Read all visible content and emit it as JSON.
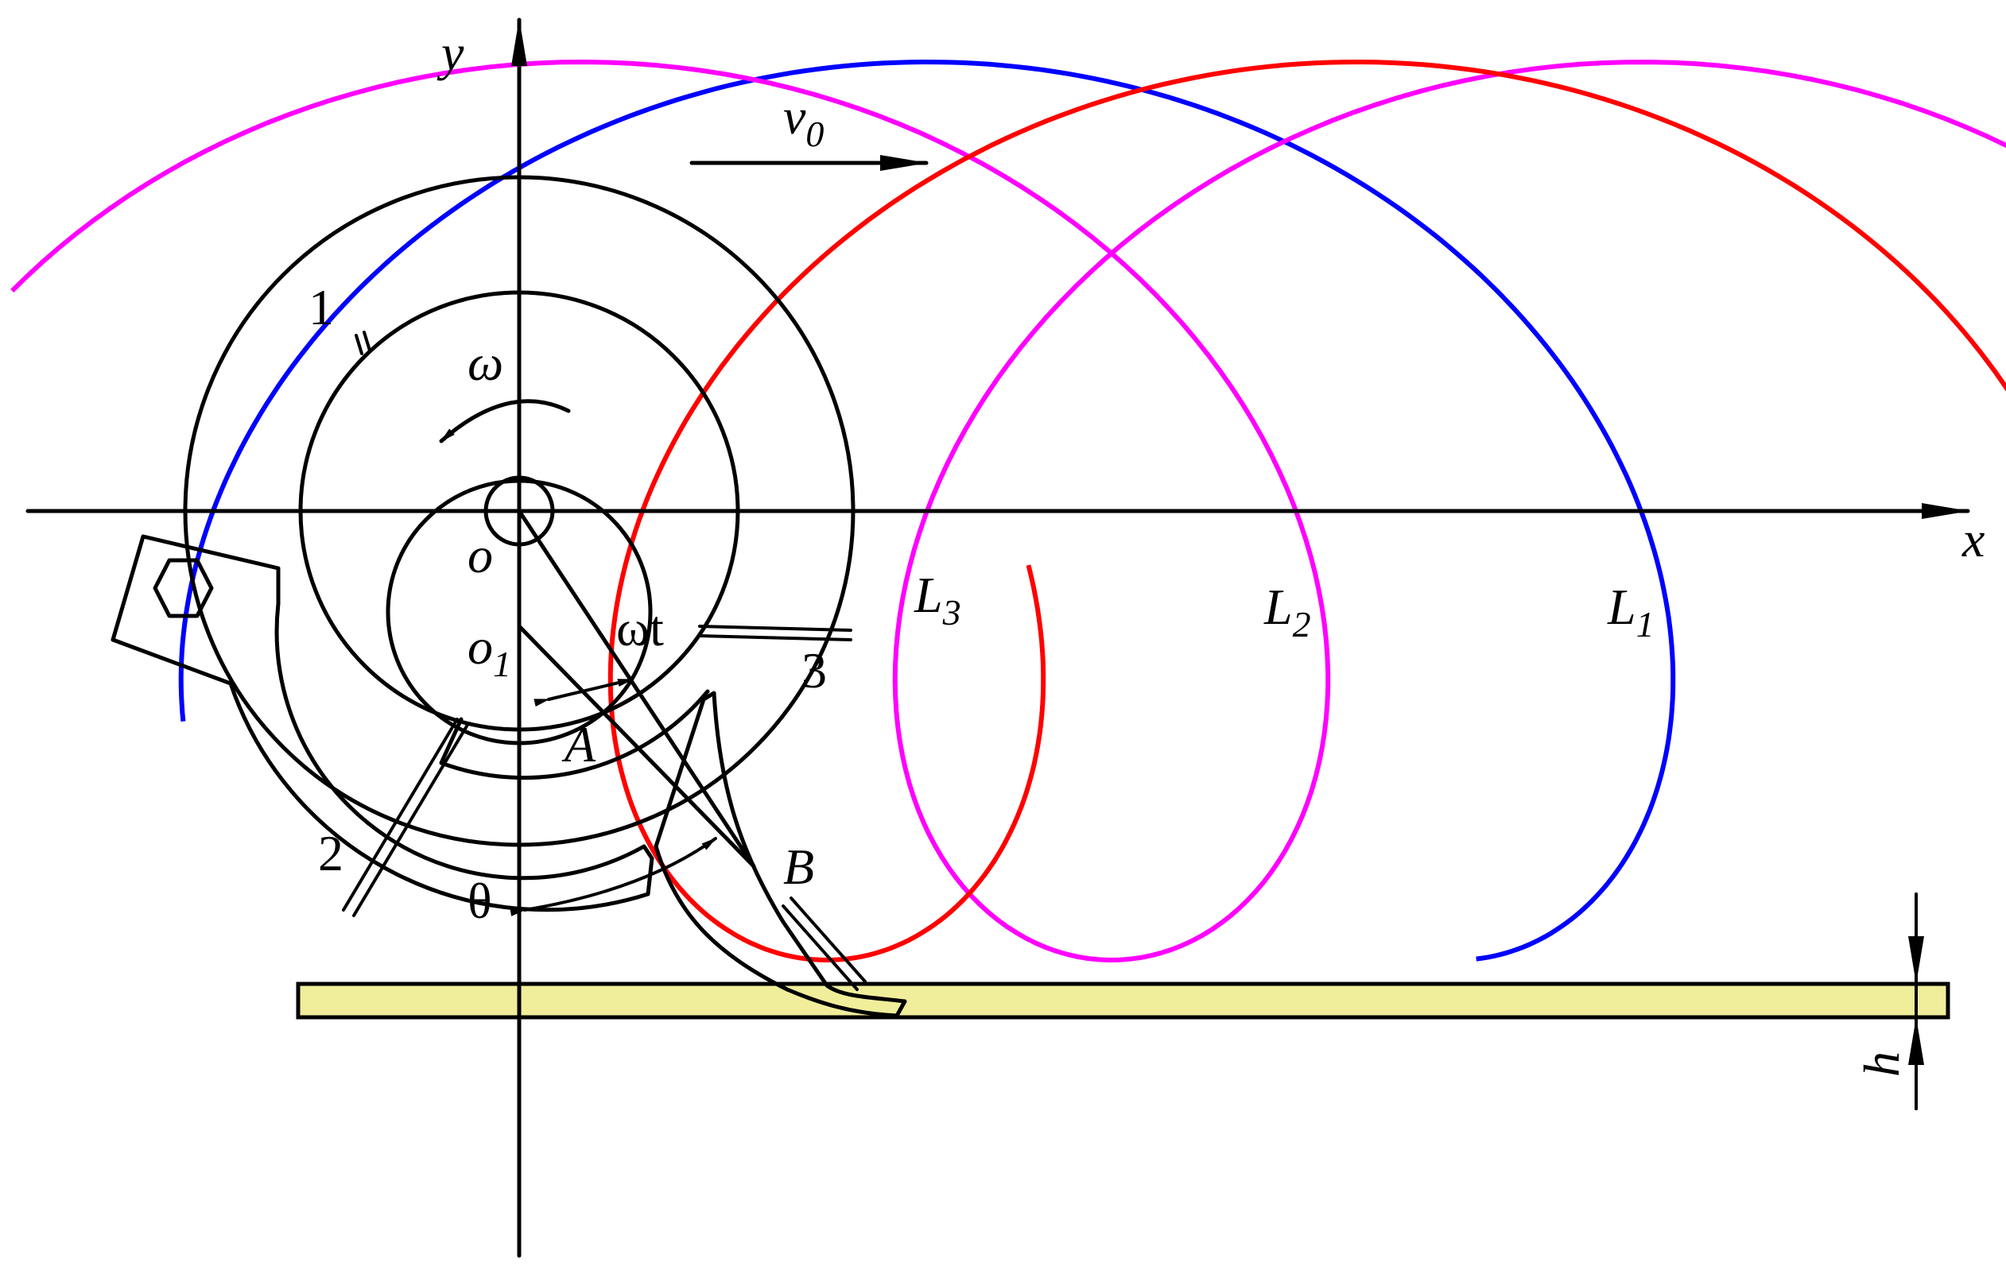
{
  "labels": {
    "y_axis": "y",
    "x_axis": "x",
    "origin": "o",
    "velocity": "v",
    "velocity_sub": "0",
    "omega": "ω",
    "omega_t": "ωt",
    "o1": "o",
    "o1_sub": "1",
    "point_a": "A",
    "point_b": "B",
    "theta": "θ",
    "blade_1": "1",
    "blade_2": "2",
    "blade_3": "3",
    "curve_l3": "L",
    "curve_l3_sub": "3",
    "curve_l2": "L",
    "curve_l2_sub": "2",
    "curve_l1": "L",
    "curve_l1_sub": "1",
    "depth": "h"
  },
  "colors": {
    "line": "#000000",
    "trajectory_l1": "#0000ff",
    "trajectory_l2": "#ff00ff",
    "trajectory_l3": "#ff0000",
    "ground": "#f0ee9a"
  }
}
